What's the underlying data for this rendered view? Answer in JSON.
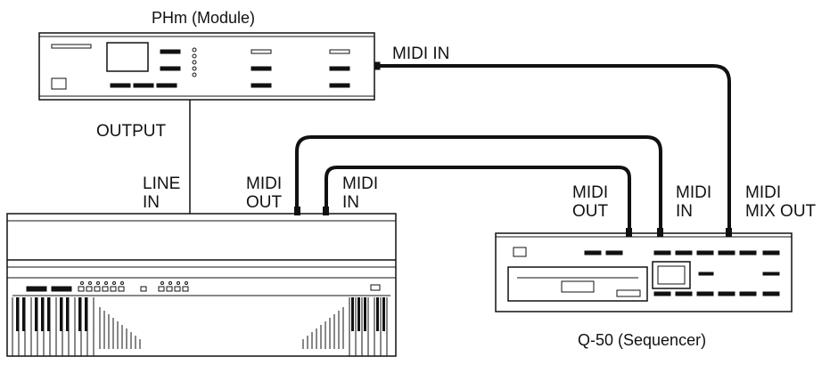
{
  "module": {
    "title": "PHm (Module)",
    "output_label": "OUTPUT",
    "midi_in_label": "MIDI IN"
  },
  "piano": {
    "line_in_label": "LINE\nIN",
    "midi_out_label": "MIDI\nOUT",
    "midi_in_label": "MIDI\nIN"
  },
  "sequencer": {
    "title": "Q-50 (Sequencer)",
    "midi_out_label": "MIDI\nOUT",
    "midi_in_label": "MIDI\nIN",
    "midi_mix_out_label": "MIDI\nMIX OUT"
  }
}
